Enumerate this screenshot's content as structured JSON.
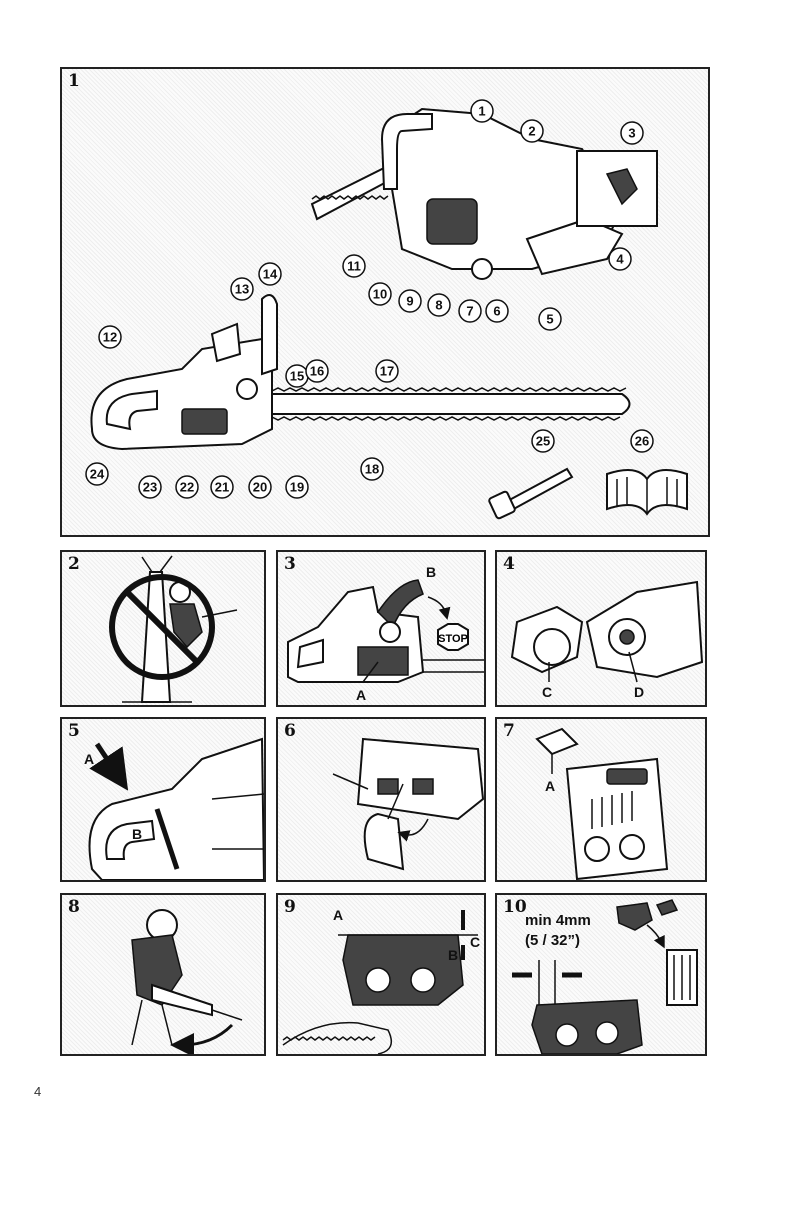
{
  "page_number": "4",
  "figures": [
    {
      "id": "1",
      "callouts": [
        "1",
        "2",
        "3",
        "4",
        "5",
        "6",
        "7",
        "8",
        "9",
        "10",
        "11",
        "12",
        "13",
        "14",
        "15",
        "16",
        "17",
        "18",
        "19",
        "20",
        "21",
        "22",
        "23",
        "24",
        "25",
        "26"
      ]
    },
    {
      "id": "2"
    },
    {
      "id": "3",
      "labels": {
        "a": "A",
        "b": "B",
        "stop": "STOP"
      }
    },
    {
      "id": "4",
      "labels": {
        "c": "C",
        "d": "D"
      }
    },
    {
      "id": "5",
      "labels": {
        "a": "A",
        "b": "B"
      }
    },
    {
      "id": "6"
    },
    {
      "id": "7",
      "labels": {
        "a": "A"
      }
    },
    {
      "id": "8"
    },
    {
      "id": "9",
      "labels": {
        "a": "A",
        "b": "B",
        "c": "C"
      }
    },
    {
      "id": "10",
      "labels": {
        "measure": "min 4mm",
        "measure_imperial": "(5 / 32”)"
      }
    }
  ]
}
